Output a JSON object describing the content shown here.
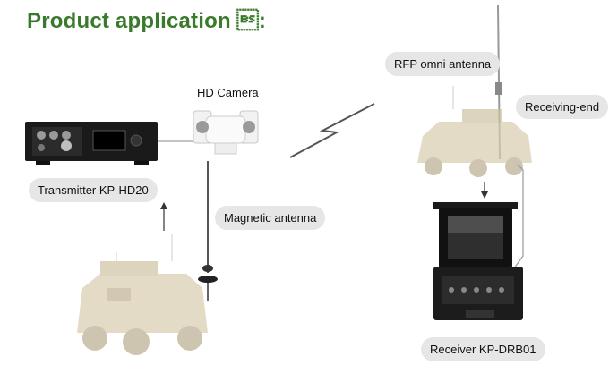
{
  "title": "Product application \b:",
  "labels": {
    "hd_camera": "HD Camera",
    "transmitter": "Transmitter KP-HD20",
    "magnetic_antenna": "Magnetic antenna",
    "rfp_antenna": "RFP omni antenna",
    "receiving_end": "Receiving-end",
    "receiver": "Receiver  KP-DRB01"
  },
  "colors": {
    "title_green": "#3a7a2c",
    "pill_bg": "#e6e6e6",
    "vehicle_tan": "#d9cdb0"
  },
  "icons": [
    "transmitter-device-icon",
    "hd-camera-icon",
    "magnetic-antenna-icon",
    "vehicle-icon",
    "wireless-link-icon",
    "rfp-antenna-icon",
    "receiver-case-icon",
    "arrow-up-icon",
    "arrow-down-icon"
  ]
}
